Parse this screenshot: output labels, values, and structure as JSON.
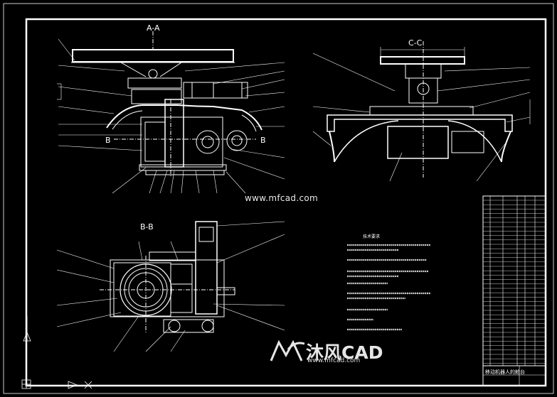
{
  "views": {
    "section_aa": "A-A",
    "section_bb": "B-B",
    "section_cc": "C-C",
    "marker_b_left": "B",
    "marker_b_right": "B"
  },
  "watermark": {
    "url_mid": "www.mfcad.com",
    "brand_name": "沐风CAD",
    "brand_url": "www.mfcad.com"
  },
  "notes": {
    "title": "技术要求"
  },
  "title_block": {
    "drawing_name": "移动机器人的舱台"
  },
  "colors": {
    "background": "#000000",
    "lines": "#ffffff"
  }
}
